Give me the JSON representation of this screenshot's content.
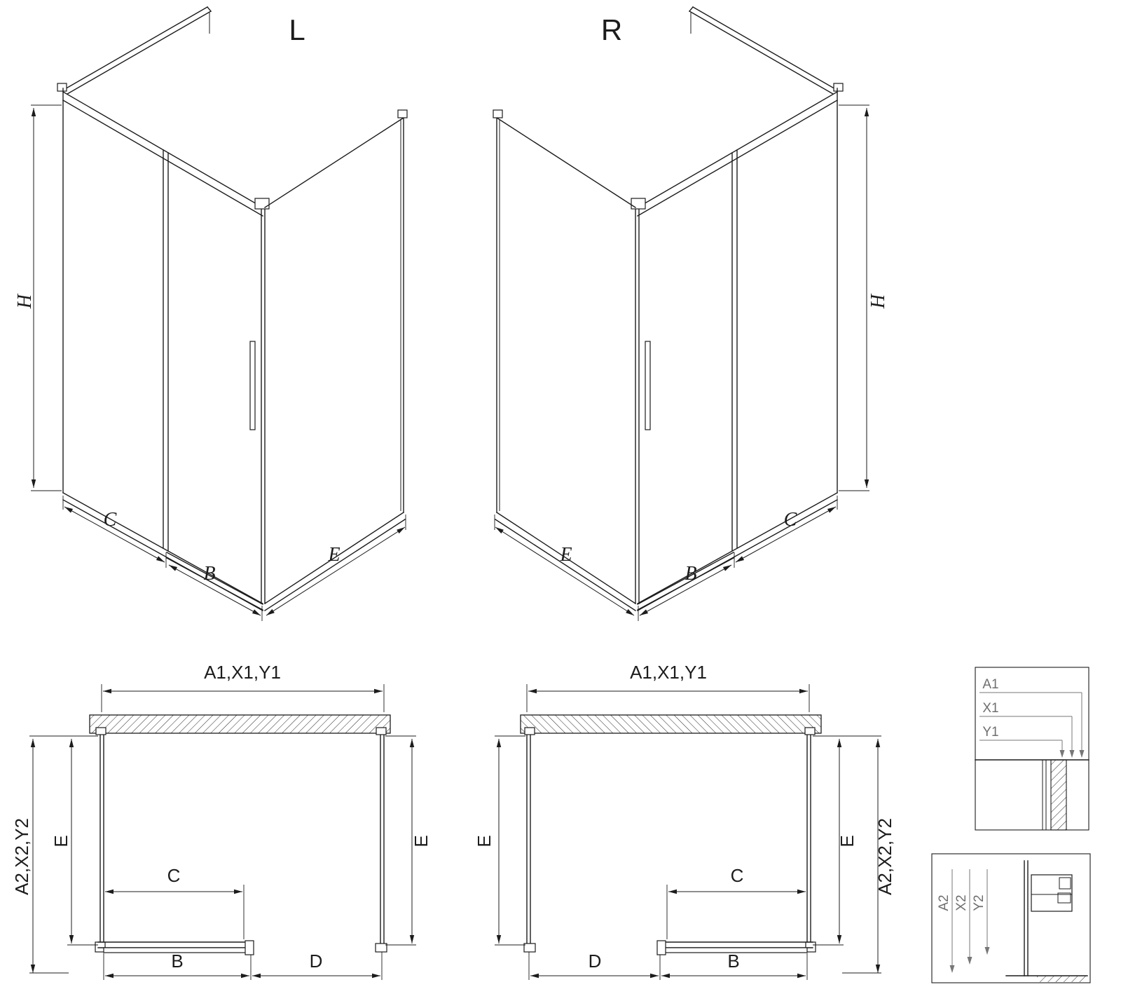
{
  "colors": {
    "line": "#1c1c1c",
    "detail_label": "#6f6f6f",
    "background": "#ffffff"
  },
  "iso_left": {
    "label": "L",
    "dims": {
      "h": "H",
      "c": "C",
      "b": "B",
      "e": "E"
    }
  },
  "iso_right": {
    "label": "R",
    "dims": {
      "h": "H",
      "c": "C",
      "b": "B",
      "e": "E"
    }
  },
  "plan_left": {
    "dims": {
      "top": "A1,X1,Y1",
      "side": "A2,X2,Y2",
      "e_left": "E",
      "e_right": "E",
      "c": "C",
      "b": "B",
      "d": "D"
    }
  },
  "plan_right": {
    "dims": {
      "top": "A1,X1,Y1",
      "side": "A2,X2,Y2",
      "e_left": "E",
      "e_right": "E",
      "c": "C",
      "b": "B",
      "d": "D"
    }
  },
  "detail_top": {
    "labels": {
      "a1": "A1",
      "x1": "X1",
      "y1": "Y1"
    }
  },
  "detail_bottom": {
    "labels": {
      "a2": "A2",
      "x2": "X2",
      "y2": "Y2"
    }
  }
}
